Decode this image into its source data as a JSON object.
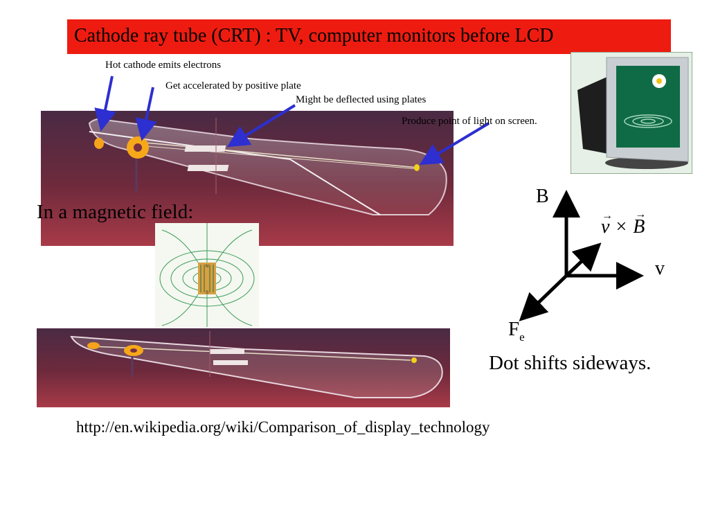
{
  "title": "Cathode ray tube (CRT) : TV, computer monitors before LCD",
  "annotations": {
    "cathode": "Hot cathode emits electrons",
    "accelerate": "Get accelerated by positive plate",
    "deflect": "Might be deflected using plates",
    "screen": "Produce point of light on screen."
  },
  "magnetic_label": "In a magnetic field:",
  "magnet_poles": {
    "north": "N",
    "south": "S"
  },
  "axes": {
    "b_label": "B",
    "v_label": "v",
    "f_label": "F",
    "f_subscript": "e",
    "cross_v": "v",
    "cross_op": "×",
    "cross_b": "B"
  },
  "result_text": "Dot shifts sideways.",
  "url": "http://en.wikipedia.org/wiki/Comparison_of_display_technology",
  "colors": {
    "title_bg": "#ee1c10",
    "arrow": "#2d2fd0",
    "tube_bg": "#6e2a3c",
    "field_line": "#3a9a58",
    "magnet": "#d7a043",
    "monitor_screen": "#0f6b45"
  }
}
